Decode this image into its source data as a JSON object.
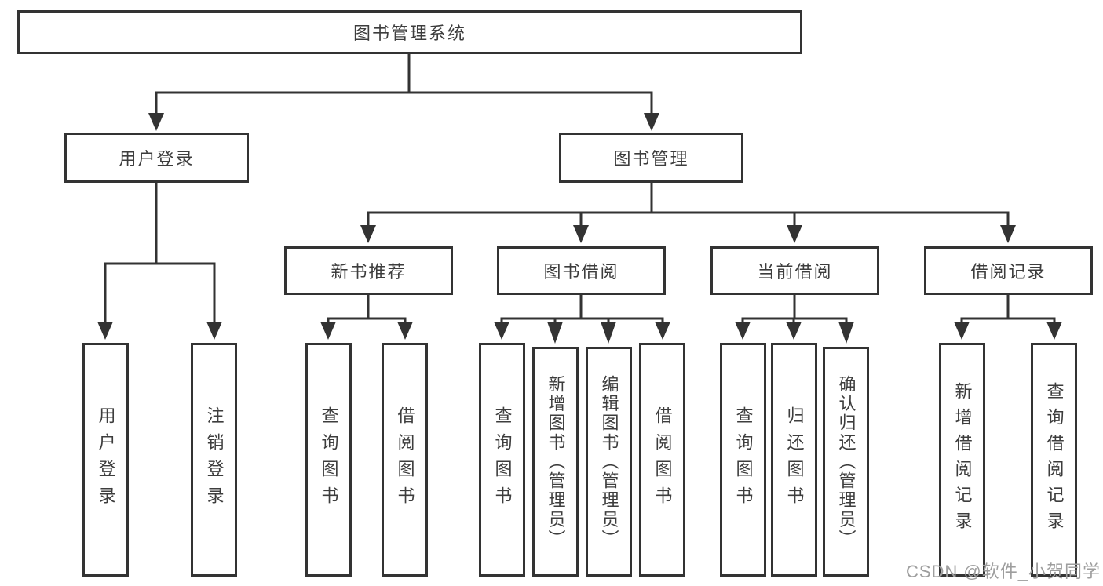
{
  "tree": {
    "root": {
      "label": "图书管理系统"
    },
    "branches": [
      {
        "label": "用户登录",
        "leaves": [
          {
            "label": "用户登录"
          },
          {
            "label": "注销登录"
          }
        ]
      },
      {
        "label": "图书管理",
        "groups": [
          {
            "label": "新书推荐",
            "leaves": [
              {
                "label": "查询图书"
              },
              {
                "label": "借阅图书"
              }
            ]
          },
          {
            "label": "图书借阅",
            "leaves": [
              {
                "label": "查询图书"
              },
              {
                "label": "新增图书（管理员）"
              },
              {
                "label": "编辑图书（管理员）"
              },
              {
                "label": "借阅图书"
              }
            ]
          },
          {
            "label": "当前借阅",
            "leaves": [
              {
                "label": "查询图书"
              },
              {
                "label": "归还图书"
              },
              {
                "label": "确认归还（管理员）"
              }
            ]
          },
          {
            "label": "借阅记录",
            "leaves": [
              {
                "label": "新增借阅记录"
              },
              {
                "label": "查询借阅记录"
              }
            ]
          }
        ]
      }
    ]
  },
  "watermark": {
    "text": "CSDN @软件_小贺同学"
  },
  "colors": {
    "line": "#333333",
    "node_border": "#333333",
    "node_text": "#3d3d3d",
    "watermark_text": "#9e9e9e",
    "background": "#ffffff"
  }
}
